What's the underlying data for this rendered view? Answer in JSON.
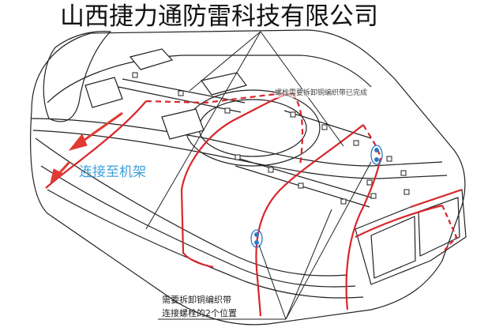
{
  "header": {
    "company_title": "山西捷力通防雷科技有限公司"
  },
  "labels": {
    "connect_to_frame": "连接至机架",
    "obscured_note": "螺栓需要拆卸铜编织带已完成"
  },
  "note": {
    "line1": "需要拆卸铜编织带",
    "line2": "连接螺栓的2个位置"
  },
  "colors": {
    "outline": "#222222",
    "strap_red": "#d8262b",
    "arrow_red": "#e03a32",
    "label_blue": "#3ea0dc",
    "marker_blue": "#2d78c8"
  }
}
